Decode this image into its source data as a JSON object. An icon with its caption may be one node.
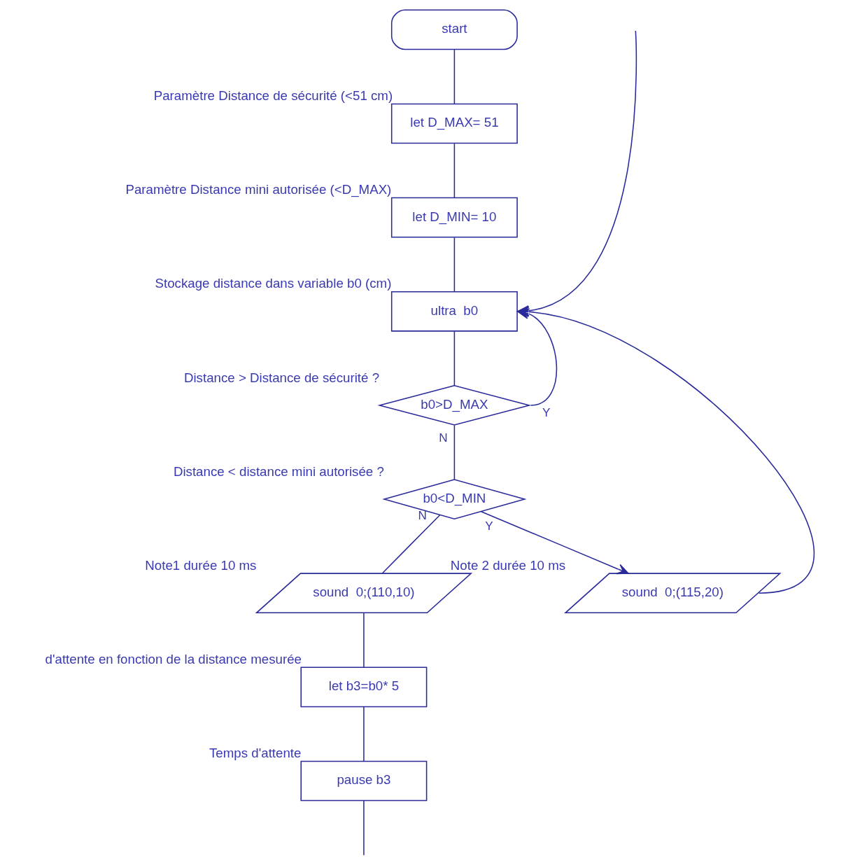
{
  "diagram": {
    "nodes": [
      {
        "text": [
          "start"
        ]
      },
      {
        "text": [
          "let D_MAX= 51"
        ],
        "beside": [
          "Paramètre Distance de sécurité (<51 cm)"
        ]
      },
      {
        "text": [
          "let D_MIN= 10"
        ],
        "beside": [
          "Paramètre Distance mini autorisée (<D_MAX)"
        ]
      },
      {
        "text": [
          "ultra  b0"
        ],
        "beside": [
          "Stockage distance dans variable b0 (cm)"
        ]
      },
      {
        "text": [
          "b0>D_MAX"
        ],
        "beside": [
          "Distance > Distance de sécurité ?"
        ]
      },
      {
        "text": [
          "b0<D_MIN"
        ],
        "beside": [
          "Distance < distance mini autorisée ?"
        ]
      },
      {
        "text": [
          "sound  0;(110,10)"
        ],
        "beside": [
          "Note1 durée 10 ms"
        ]
      },
      {
        "text": [
          "sound  0;(115,20)"
        ],
        "beside": [
          "Note 2 durée 10 ms"
        ]
      },
      {
        "text": [
          "let b3=b0* 5"
        ],
        "beside": [
          "d'attente en fonction de la distance mesurée"
        ]
      },
      {
        "text": [
          "pause b3"
        ],
        "beside": [
          "Temps d'attente"
        ]
      }
    ],
    "edges": [
      {
        "from": 0,
        "to": 1,
        "arrow": "none"
      },
      {
        "from": 1,
        "to": 2,
        "arrow": "none"
      },
      {
        "from": 2,
        "to": 3,
        "arrow": "none"
      },
      {
        "from": 3,
        "to": 4,
        "arrow": "none"
      },
      {
        "from": 4,
        "to": 3,
        "arrow": "to",
        "label": "Y"
      },
      {
        "from": 4,
        "to": 5,
        "arrow": "none",
        "label": "N"
      },
      {
        "from": 5,
        "to": 7,
        "arrow": "to",
        "label": "Y"
      },
      {
        "from": 5,
        "to": 6,
        "arrow": "none",
        "label": "N"
      },
      {
        "from": 7,
        "to": 3,
        "arrow": "to"
      },
      {
        "from": 6,
        "to": 8,
        "arrow": "none"
      },
      {
        "from": 8,
        "to": 9,
        "arrow": "none"
      },
      {
        "from": 9,
        "to": null,
        "arrow": "none"
      },
      {
        "from": null,
        "to": 3,
        "arrow": "to"
      }
    ]
  }
}
